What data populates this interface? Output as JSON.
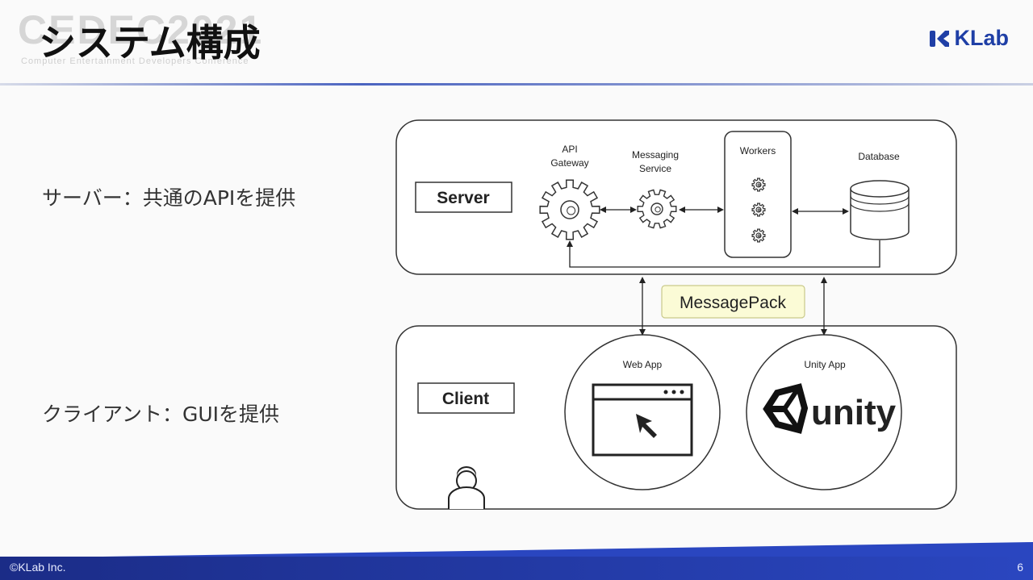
{
  "header": {
    "watermark": "CEDEC2021",
    "watermark_sub": "Computer Entertainment Developers Conference",
    "title": "システム構成",
    "logo_text": "KLab"
  },
  "left_labels": {
    "server_desc": "サーバー：共通のAPIを提供",
    "client_desc": "クライアント：GUIを提供"
  },
  "diagram": {
    "server_label": "Server",
    "client_label": "Client",
    "api_gateway": [
      "API",
      "Gateway"
    ],
    "messaging_service": [
      "Messaging",
      "Service"
    ],
    "workers": "Workers",
    "database": "Database",
    "message_pack": "MessagePack",
    "web_app": "Web App",
    "unity_app": "Unity App",
    "unity_word": "unity"
  },
  "footer": {
    "copyright": "©KLab Inc.",
    "page_number": "6"
  },
  "colors": {
    "accent_blue": "#1f3fa6",
    "footer_blue": "#2a46c0",
    "messagepack_fill": "#fbfbd6",
    "messagepack_border": "#c9c98a"
  }
}
